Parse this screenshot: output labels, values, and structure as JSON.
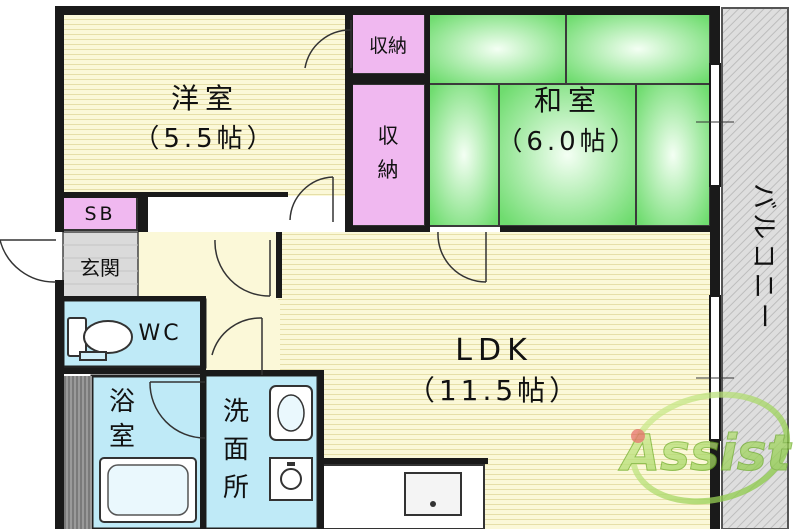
{
  "rooms": {
    "western": {
      "name": "洋室",
      "size": "（5.5帖）"
    },
    "japanese": {
      "name": "和室",
      "size": "（6.0帖）"
    },
    "closet_small": "収納",
    "closet_tall_1": "収",
    "closet_tall_2": "納",
    "shoe_box": "SB",
    "entrance": "玄関",
    "toilet": "WC",
    "bath_1": "浴",
    "bath_2": "室",
    "washroom_1": "洗",
    "washroom_2": "面",
    "washroom_3": "所",
    "ldk": {
      "name": "LDK",
      "size": "（11.5帖）"
    },
    "balcony": "バルコニー"
  },
  "watermark": "Assist",
  "colors": {
    "wall": "#1a1a1a",
    "floor_cream": "#fbf8d8",
    "storage_pink": "#f0b8f0",
    "tatami_green": "#7ee07e",
    "wet_area_blue": "#bfeaf7",
    "entrance_gray": "#d8d8d8",
    "balcony_gray": "#d9d9d9",
    "watermark_green": "#8fcf3a",
    "watermark_red": "#e05050"
  }
}
